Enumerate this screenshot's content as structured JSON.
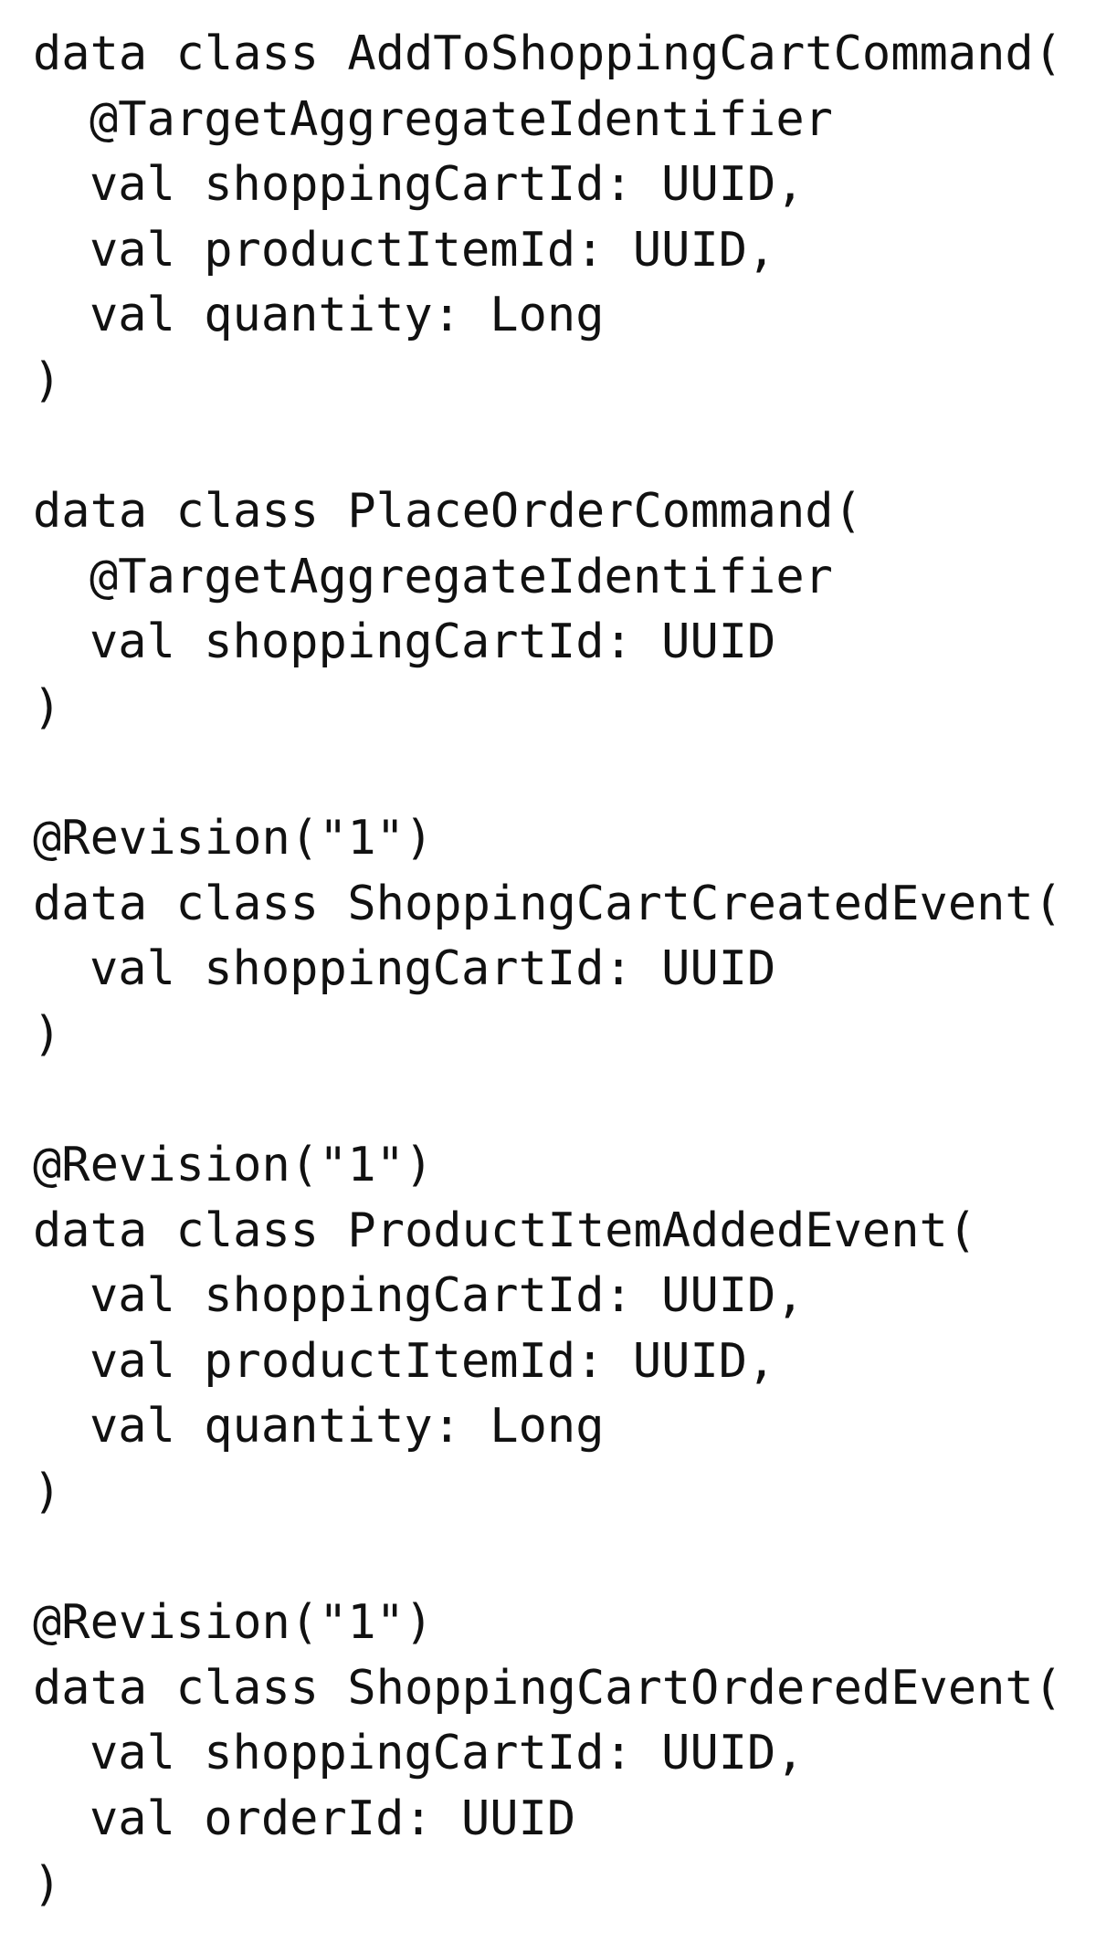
{
  "code": {
    "line1": "data class AddToShoppingCartCommand(",
    "line2": "@TargetAggregateIdentifier",
    "line3": "val shoppingCartId: UUID,",
    "line4": "val productItemId: UUID,",
    "line5": "val quantity: Long",
    "line6": ")",
    "line7": "",
    "line8": "data class PlaceOrderCommand(",
    "line9": "@TargetAggregateIdentifier",
    "line10": "val shoppingCartId: UUID",
    "line11": ")",
    "line12": "",
    "line13": "@Revision(\"1\")",
    "line14": "data class ShoppingCartCreatedEvent(",
    "line15": "val shoppingCartId: UUID",
    "line16": ")",
    "line17": "",
    "line18": "@Revision(\"1\")",
    "line19": "data class ProductItemAddedEvent(",
    "line20": "val shoppingCartId: UUID,",
    "line21": "val productItemId: UUID,",
    "line22": "val quantity: Long",
    "line23": ")",
    "line24": "",
    "line25": "@Revision(\"1\")",
    "line26": "data class ShoppingCartOrderedEvent(",
    "line27": "val shoppingCartId: UUID,",
    "line28": "val orderId: UUID",
    "line29": ")"
  }
}
